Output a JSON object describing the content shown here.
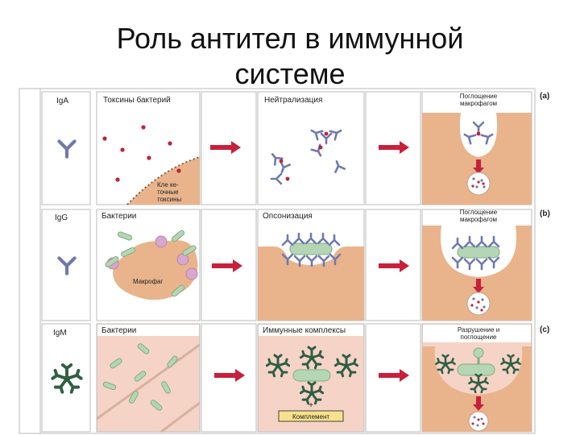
{
  "slide": {
    "title_line1": "Роль антител в иммунной",
    "title_line2": "системе"
  },
  "rows": [
    {
      "tag": "(a)",
      "antibody": "IgA",
      "panel1_label": "Токсины бактерий",
      "panel1_note": [
        "Кле ке-",
        "точные",
        "токсины"
      ],
      "panel2_label": "Нейтрализация",
      "panel3_label": [
        "Поглощение",
        "макрофагом"
      ]
    },
    {
      "tag": "(b)",
      "antibody": "IgG",
      "panel1_label": "Бактерии",
      "panel1_note": [
        "Макрофаг"
      ],
      "panel2_label": "Опсонизация",
      "panel3_label": [
        "Поглощение",
        "макрофагом"
      ]
    },
    {
      "tag": "(c)",
      "antibody": "IgM",
      "panel1_label": "Бактерии",
      "panel2_label": "Иммунные комплексы",
      "panel2_note_plus": "+",
      "panel2_note": "Комплемент",
      "panel3_label": [
        "Разрушение и",
        "поглощение"
      ]
    }
  ],
  "colors": {
    "cell_tan": "#e9b48c",
    "cell_pink": "#f6d3c7",
    "bacteria_green": "#b5d6b5",
    "toxin_red": "#c0213a",
    "arrow_red": "#c8203a",
    "antibody_blue": "#8d96c6",
    "igm_green": "#2f5f44"
  }
}
